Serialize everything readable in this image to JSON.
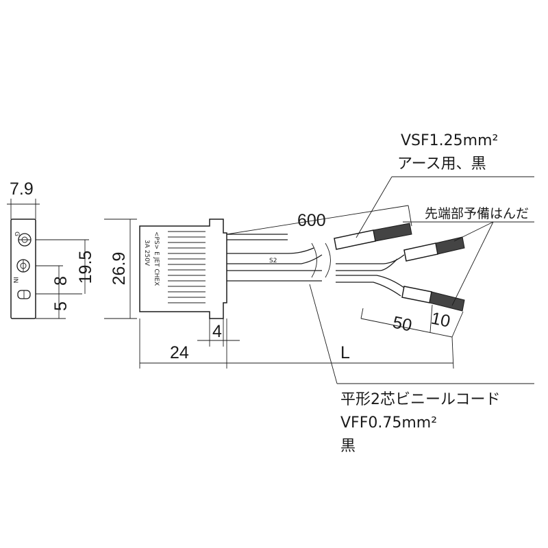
{
  "dimensions": {
    "front_width": "7.9",
    "pin_pitch_1": "8",
    "pin_pitch_2": "5",
    "pin_span": "19.5",
    "body_height": "26.9",
    "body_length": "24",
    "flange": "4",
    "cord_length_ground": "600",
    "cord_length": "L",
    "split_length": "50",
    "strip_length": "10"
  },
  "labels": {
    "ground_wire_spec": "VSF1.25mm²",
    "ground_wire_use": "アース用、黒",
    "tip_note": "先端部予備はんだ",
    "cord_type": "平形2芯ビニールコード",
    "cord_spec": "VFF0.75mm²",
    "cord_color": "黒"
  },
  "markings": {
    "front_in": "IN",
    "front_g": "G",
    "side_line1": "<PS> E JET CHEX",
    "side_line2": "3A 250V",
    "wire_tag": "S2"
  }
}
